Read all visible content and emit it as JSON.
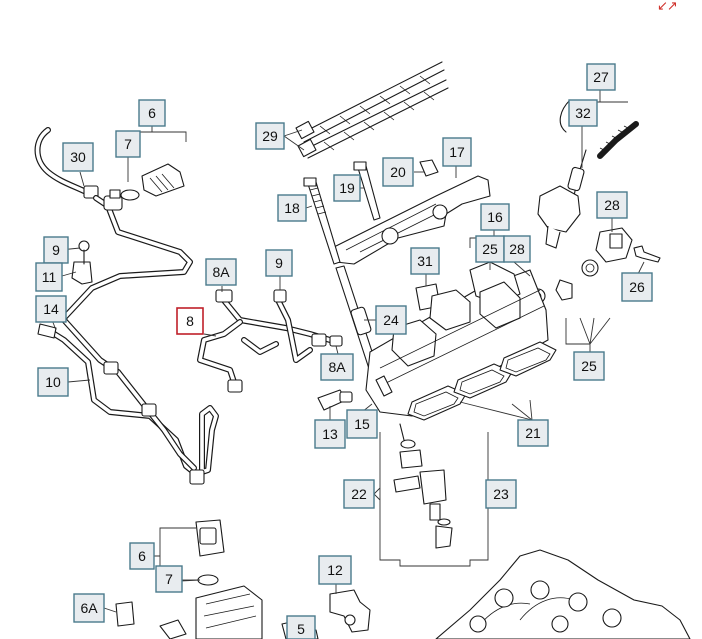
{
  "colors": {
    "callout_border": "#4a7a8c",
    "callout_fill": "#e8ecef",
    "active_border": "#c0202a",
    "expand_icon": "#d0302a"
  },
  "toolbar": {
    "expand_icon": "expand-arrows-icon",
    "expand_glyph": "↙↗"
  },
  "callouts": [
    {
      "id": "27",
      "label": "27",
      "active": false
    },
    {
      "id": "32",
      "label": "32",
      "active": false
    },
    {
      "id": "6-top",
      "label": "6",
      "active": false
    },
    {
      "id": "7-top",
      "label": "7",
      "active": false
    },
    {
      "id": "30",
      "label": "30",
      "active": false
    },
    {
      "id": "29",
      "label": "29",
      "active": false
    },
    {
      "id": "17",
      "label": "17",
      "active": false
    },
    {
      "id": "20",
      "label": "20",
      "active": false
    },
    {
      "id": "19",
      "label": "19",
      "active": false
    },
    {
      "id": "18",
      "label": "18",
      "active": false
    },
    {
      "id": "16",
      "label": "16",
      "active": false
    },
    {
      "id": "25-top",
      "label": "25",
      "active": false
    },
    {
      "id": "28-mid",
      "label": "28",
      "active": false
    },
    {
      "id": "28",
      "label": "28",
      "active": false
    },
    {
      "id": "9-left",
      "label": "9",
      "active": false
    },
    {
      "id": "11",
      "label": "11",
      "active": false
    },
    {
      "id": "8A-top",
      "label": "8A",
      "active": false
    },
    {
      "id": "9-mid",
      "label": "9",
      "active": false
    },
    {
      "id": "31",
      "label": "31",
      "active": false
    },
    {
      "id": "26",
      "label": "26",
      "active": false
    },
    {
      "id": "14",
      "label": "14",
      "active": false
    },
    {
      "id": "8",
      "label": "8",
      "active": true
    },
    {
      "id": "24",
      "label": "24",
      "active": false
    },
    {
      "id": "25-right",
      "label": "25",
      "active": false
    },
    {
      "id": "8A-mid",
      "label": "8A",
      "active": false
    },
    {
      "id": "10",
      "label": "10",
      "active": false
    },
    {
      "id": "13",
      "label": "13",
      "active": false
    },
    {
      "id": "15",
      "label": "15",
      "active": false
    },
    {
      "id": "21",
      "label": "21",
      "active": false
    },
    {
      "id": "22",
      "label": "22",
      "active": false
    },
    {
      "id": "23",
      "label": "23",
      "active": false
    },
    {
      "id": "6-bottom",
      "label": "6",
      "active": false
    },
    {
      "id": "7-bottom",
      "label": "7",
      "active": false
    },
    {
      "id": "12",
      "label": "12",
      "active": false
    },
    {
      "id": "6A",
      "label": "6A",
      "active": false
    },
    {
      "id": "5",
      "label": "5",
      "active": false
    }
  ]
}
